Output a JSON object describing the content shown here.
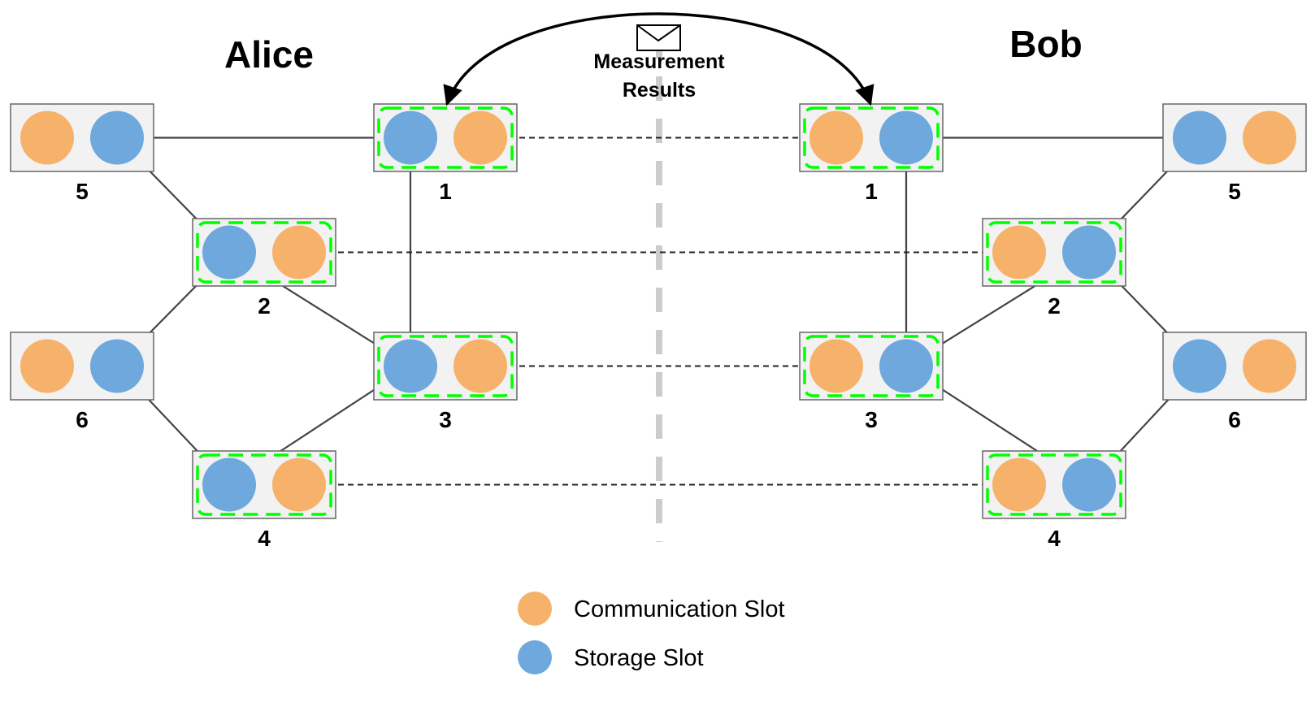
{
  "parties": {
    "left": "Alice",
    "right": "Bob"
  },
  "message": {
    "icon": "envelope-icon",
    "line1": "Measurement",
    "line2": "Results"
  },
  "colors": {
    "communication": "#F6B26B",
    "storage": "#6FA8DC",
    "box_fill": "#F2F2F2",
    "box_stroke": "#666666",
    "highlight": "#00FF00",
    "divider": "#CCCCCC"
  },
  "nodes": [
    {
      "side": "alice",
      "label": "5",
      "slots": [
        "communication",
        "storage"
      ],
      "highlighted": false
    },
    {
      "side": "alice",
      "label": "1",
      "slots": [
        "storage",
        "communication"
      ],
      "highlighted": true
    },
    {
      "side": "alice",
      "label": "2",
      "slots": [
        "storage",
        "communication"
      ],
      "highlighted": true
    },
    {
      "side": "alice",
      "label": "6",
      "slots": [
        "communication",
        "storage"
      ],
      "highlighted": false
    },
    {
      "side": "alice",
      "label": "3",
      "slots": [
        "storage",
        "communication"
      ],
      "highlighted": true
    },
    {
      "side": "alice",
      "label": "4",
      "slots": [
        "storage",
        "communication"
      ],
      "highlighted": true
    },
    {
      "side": "bob",
      "label": "1",
      "slots": [
        "communication",
        "storage"
      ],
      "highlighted": true
    },
    {
      "side": "bob",
      "label": "5",
      "slots": [
        "storage",
        "communication"
      ],
      "highlighted": false
    },
    {
      "side": "bob",
      "label": "2",
      "slots": [
        "communication",
        "storage"
      ],
      "highlighted": true
    },
    {
      "side": "bob",
      "label": "6",
      "slots": [
        "storage",
        "communication"
      ],
      "highlighted": false
    },
    {
      "side": "bob",
      "label": "3",
      "slots": [
        "communication",
        "storage"
      ],
      "highlighted": true
    },
    {
      "side": "bob",
      "label": "4",
      "slots": [
        "communication",
        "storage"
      ],
      "highlighted": true
    }
  ],
  "local_links": [
    [
      "5",
      "1"
    ],
    [
      "5",
      "2"
    ],
    [
      "2",
      "6"
    ],
    [
      "2",
      "3"
    ],
    [
      "1",
      "3"
    ],
    [
      "6",
      "4"
    ],
    [
      "4",
      "3"
    ]
  ],
  "remote_links": [
    [
      "1",
      "1"
    ],
    [
      "2",
      "2"
    ],
    [
      "3",
      "3"
    ],
    [
      "4",
      "4"
    ]
  ],
  "legend": [
    {
      "slot": "communication",
      "label": "Communication Slot"
    },
    {
      "slot": "storage",
      "label": "Storage Slot"
    }
  ]
}
